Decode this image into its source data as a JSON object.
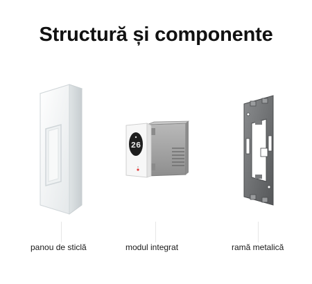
{
  "title": "Structură și componente",
  "components": [
    {
      "label": "panou de sticlă",
      "icon": "glass-panel-icon"
    },
    {
      "label": "modul integrat",
      "icon": "thermostat-module-icon"
    },
    {
      "label": "ramă metalică",
      "icon": "metal-frame-icon"
    }
  ],
  "module_display": "26",
  "colors": {
    "glass": "#f2f4f5",
    "module_body": "#a9a9a9",
    "frame": "#6f7173",
    "display": "#1e1e1e",
    "display_digits": "#e8e8e8",
    "status_dot": "#e23b3b"
  }
}
